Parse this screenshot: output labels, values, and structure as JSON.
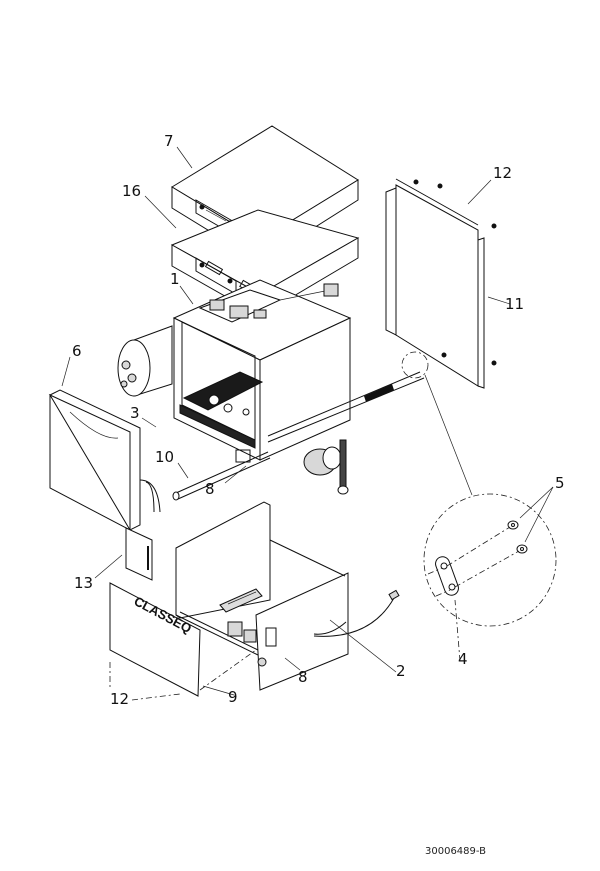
{
  "diagram": {
    "type": "exploded-parts-view",
    "brand_label": "CLASSEQ",
    "document_number": "30006489-B",
    "callouts": [
      {
        "id": "c7",
        "label": "7",
        "part": "top cover"
      },
      {
        "id": "c16",
        "label": "16",
        "part": "inner top cover"
      },
      {
        "id": "c1",
        "label": "1",
        "part": "main chassis / control board"
      },
      {
        "id": "c6",
        "label": "6",
        "part": "door"
      },
      {
        "id": "c3",
        "label": "3",
        "part": "screw"
      },
      {
        "id": "c10",
        "label": "10",
        "part": "hose"
      },
      {
        "id": "c8a",
        "label": "8",
        "part": "rating plate"
      },
      {
        "id": "c12a",
        "label": "12",
        "part": "screw"
      },
      {
        "id": "c11",
        "label": "11",
        "part": "side panel"
      },
      {
        "id": "c5",
        "label": "5",
        "part": "washers"
      },
      {
        "id": "c4",
        "label": "4",
        "part": "link plate"
      },
      {
        "id": "c13",
        "label": "13",
        "part": "label"
      },
      {
        "id": "c2",
        "label": "2",
        "part": "power cable"
      },
      {
        "id": "c8b",
        "label": "8",
        "part": "rating plate"
      },
      {
        "id": "c9",
        "label": "9",
        "part": "front kick panel"
      },
      {
        "id": "c12b",
        "label": "12",
        "part": "screw"
      }
    ]
  }
}
